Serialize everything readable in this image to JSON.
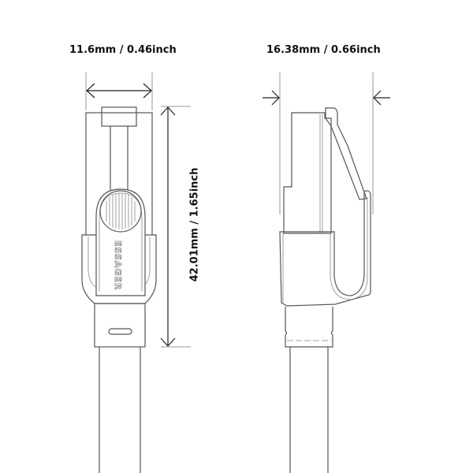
{
  "front_view": {
    "width_label": "11.6mm / 0.46inch",
    "height_label": "42.01mm / 1.65inch",
    "brand_text": "ESSAGER"
  },
  "side_view": {
    "width_label": "16.38mm / 0.66inch"
  },
  "colors": {
    "line": "#555555",
    "text": "#111111",
    "background": "#ffffff"
  }
}
